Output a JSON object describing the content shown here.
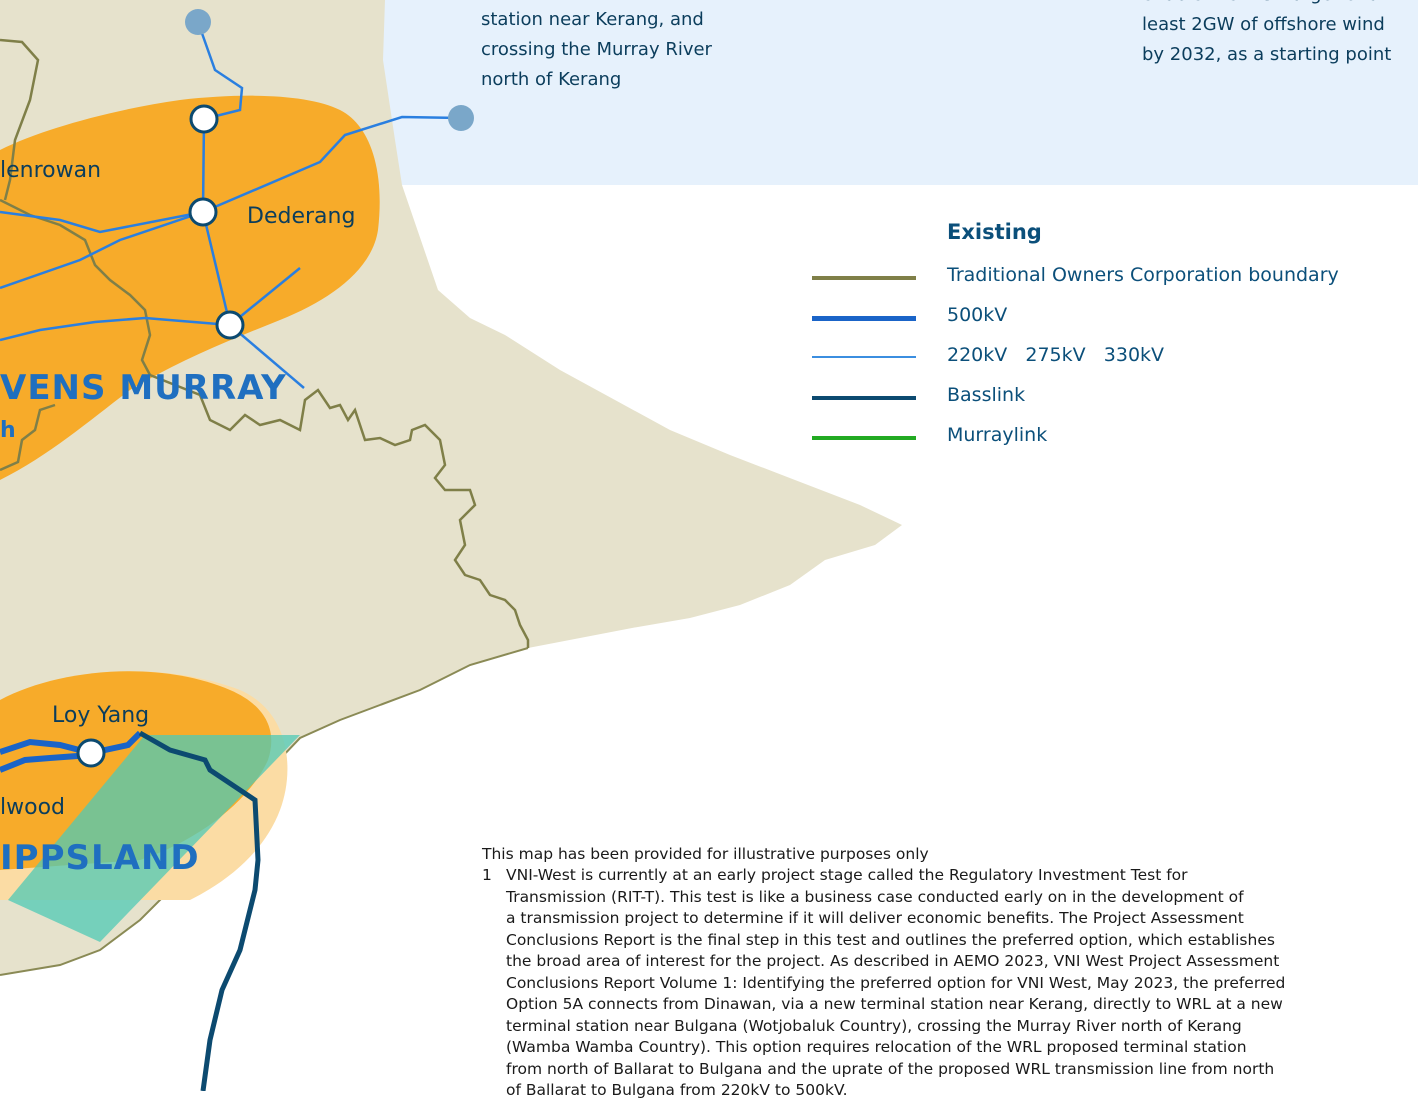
{
  "top_notes": {
    "middle": [
      "station near Kerang, and",
      "crossing the Murray River",
      "north of Kerang"
    ],
    "right": [
      "enable the first target of at",
      "least 2GW of offshore wind",
      "by 2032, as a starting point"
    ]
  },
  "places": {
    "glenrowan": "lenrowan",
    "dederang": "Dederang",
    "loy_yang": "Loy Yang",
    "hazelwood": "lwood"
  },
  "regions": {
    "ovens_murray": "VENS MURRAY",
    "gippsland": "IPPSLAND",
    "fragment": "h"
  },
  "legend": {
    "title": "Existing",
    "items": [
      {
        "label": "Traditional Owners Corporation boundary",
        "color": "#7f7f48",
        "thickness": 4
      },
      {
        "label": "500kV",
        "color": "#1a64c8",
        "thickness": 5
      },
      {
        "label": "220kV   275kV   330kV",
        "color": "#3b8ee0",
        "thickness": 1.5
      },
      {
        "label": "Basslink",
        "color": "#0c4a70",
        "thickness": 4
      },
      {
        "label": "Murraylink",
        "color": "#22aa22",
        "thickness": 4
      }
    ]
  },
  "colors": {
    "sky": "#e6f1fc",
    "land": "#e6e2cc",
    "region_orange": "#f7ab2a",
    "region_pale": "#fbdca4",
    "offshore_zone": "#4fc9b5",
    "label_navy": "#0b3d5c",
    "region_text": "#1f6fc0"
  },
  "footnotes": {
    "disclaimer": "This map has been provided for illustrative purposes only",
    "items": [
      {
        "num": "1",
        "lines": [
          "VNI-West is currently at an early project stage called the Regulatory Investment Test for",
          "Transmission (RIT-T). This test is like a business case conducted early on in the development of",
          "a transmission project to determine if it will deliver economic benefits. The Project Assessment",
          "Conclusions Report is the final step in this test and outlines the preferred option, which establishes",
          "the broad area of interest for the project. As described in AEMO 2023, VNI West Project Assessment",
          "Conclusions Report Volume 1: Identifying the preferred option for VNI West, May 2023, the preferred",
          "Option 5A connects from Dinawan, via a new terminal station near Kerang, directly to WRL at a new",
          "terminal station near Bulgana (Wotjobaluk Country), crossing the Murray River north of Kerang",
          "(Wamba Wamba Country). This option requires relocation of the WRL proposed terminal station",
          "from north of Ballarat to Bulgana and the uprate of the proposed WRL transmission line from north",
          "of Ballarat to Bulgana from 220kV to 500kV."
        ]
      }
    ]
  }
}
